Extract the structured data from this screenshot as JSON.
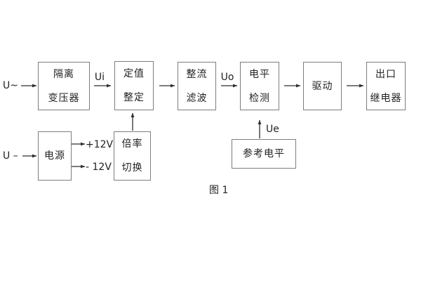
{
  "diagram": {
    "caption": "图 1",
    "inputs": {
      "ac_label": "U~",
      "dc_label": "U –"
    },
    "signal_labels": {
      "ui": "Ui",
      "uo": "Uo",
      "ue": "Ue"
    },
    "power_rails": {
      "positive": "+12V",
      "negative": "- 12V"
    },
    "blocks": {
      "isolation_transformer": {
        "line1": "隔离",
        "line2": "变压器"
      },
      "setting_adjust": {
        "line1": "定值",
        "line2": "整定"
      },
      "rectify_filter": {
        "line1": "整流",
        "line2": "滤波"
      },
      "level_detect": {
        "line1": "电平",
        "line2": "检测"
      },
      "drive": {
        "label": "驱动"
      },
      "output_relay": {
        "line1": "出口",
        "line2": "继电器"
      },
      "power_supply": {
        "label": "电源"
      },
      "ratio_switch": {
        "line1": "倍率",
        "line2": "切换"
      },
      "reference_level": {
        "label": "参考电平"
      }
    },
    "colors": {
      "background": "#ffffff",
      "box_border": "#7d7d7d",
      "line": "#2f2f2f",
      "text": "#222222"
    }
  }
}
